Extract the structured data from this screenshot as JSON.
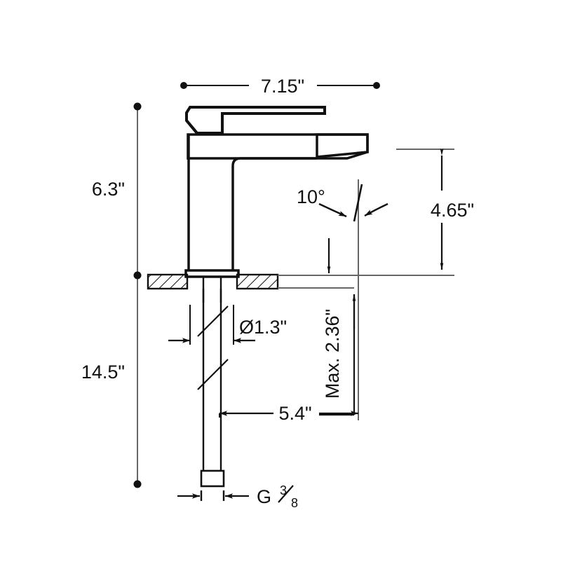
{
  "drawing": {
    "type": "technical-dimension-drawing",
    "subject": "single-hole bathroom basin faucet, side elevation",
    "units": "inches",
    "line_color": "#111111",
    "background_color": "#ffffff",
    "dimensions": {
      "overall_width": {
        "label": "7.15\"",
        "value": 7.15,
        "orientation": "horizontal",
        "terminator": "dot",
        "position": "top"
      },
      "height_above_deck": {
        "label": "6.3\"",
        "value": 6.3,
        "orientation": "vertical",
        "terminator": "dot",
        "position": "left-upper"
      },
      "total_length": {
        "label": "14.5\"",
        "value": 14.5,
        "orientation": "vertical",
        "terminator": "dot",
        "position": "left-lower"
      },
      "spout_height": {
        "label": "4.65\"",
        "value": 4.65,
        "orientation": "vertical",
        "terminator": "arrow",
        "position": "right"
      },
      "spout_angle": {
        "label": "10°",
        "value": 10,
        "unit": "degrees",
        "terminator": "arrow",
        "position": "center"
      },
      "mounting_hole_diameter": {
        "label": "Ø1.3\"",
        "value": 1.3,
        "orientation": "horizontal",
        "terminator": "arrow-outward",
        "position": "below-deck"
      },
      "max_deck_thickness": {
        "label": "Max. 2.36\"",
        "value": 2.36,
        "orientation": "vertical-rotated",
        "terminator": "arrow",
        "position": "below-deck-right"
      },
      "spout_reach": {
        "label": "5.4\"",
        "value": 5.4,
        "orientation": "horizontal",
        "terminator": "arrow",
        "position": "lower-center"
      },
      "thread_size": {
        "label_prefix": "G",
        "fraction_numerator": "3",
        "fraction_denominator": "8",
        "label": "G 3/8",
        "orientation": "horizontal",
        "terminator": "arrow-inward",
        "position": "bottom"
      }
    }
  }
}
